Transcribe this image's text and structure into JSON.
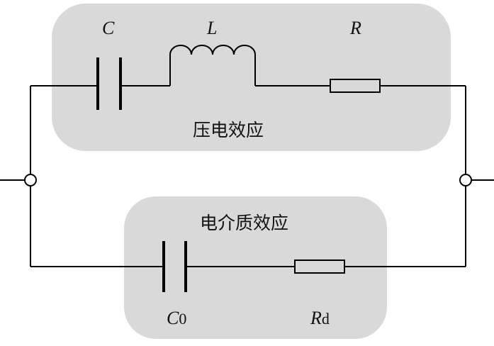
{
  "diagram": {
    "title": "Piezoelectric equivalent circuit",
    "colors": {
      "box_fill": "#d9d9d9",
      "wire": "#000000",
      "background": "#ffffff"
    },
    "piezo_branch": {
      "label": "压电效应",
      "components": [
        {
          "type": "capacitor",
          "symbol": "C"
        },
        {
          "type": "inductor",
          "symbol": "L"
        },
        {
          "type": "resistor",
          "symbol": "R"
        }
      ]
    },
    "dielectric_branch": {
      "label": "电介质效应",
      "components": [
        {
          "type": "capacitor",
          "symbol": "C",
          "subscript": "0"
        },
        {
          "type": "resistor",
          "symbol": "R",
          "subscript": "d"
        }
      ]
    },
    "terminals": [
      "left-terminal",
      "right-terminal"
    ]
  }
}
